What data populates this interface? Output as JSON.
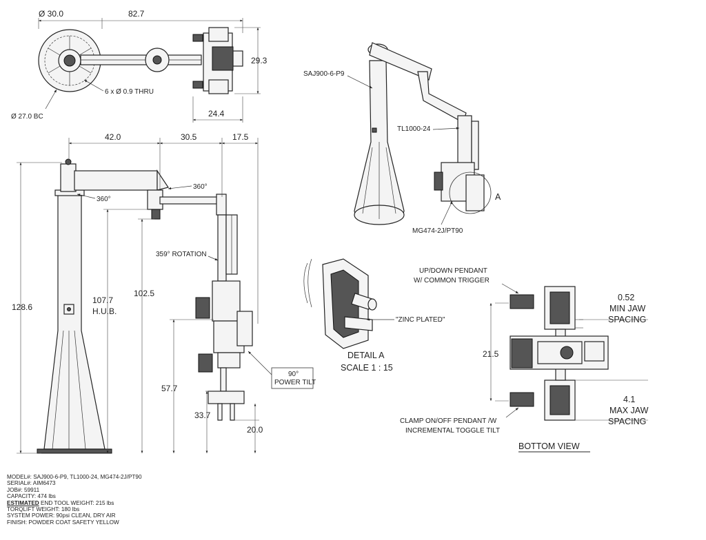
{
  "top_view": {
    "dim_diameter_30": "Ø 30.0",
    "dim_length_82_7": "82.7",
    "dim_holes": "6 x Ø 0.9 THRU",
    "dim_bolt_circle": "Ø 27.0 BC",
    "dim_height_29_3": "29.3",
    "dim_width_24_4": "24.4"
  },
  "side_view": {
    "dim_42": "42.0",
    "dim_30_5": "30.5",
    "dim_17_5": "17.5",
    "dim_128_6": "128.6",
    "dim_107_7": "107.7",
    "dim_hub": "H.U.B.",
    "dim_102_5": "102.5",
    "dim_57_7": "57.7",
    "dim_33_7": "33.7",
    "dim_20": "20.0",
    "rot_360_a": "360°",
    "rot_360_b": "360°",
    "rot_359": "359° ROTATION",
    "tilt_line1": "90°",
    "tilt_line2": "POWER TILT"
  },
  "iso_view": {
    "label_column": "SAJ900-6-P9",
    "label_torqlift": "TL1000-24",
    "label_gripper": "MG474-2J/PT90",
    "detail_marker": "A"
  },
  "detail": {
    "zinc": "\"ZINC PLATED\"",
    "title": "DETAIL A",
    "scale": "SCALE 1 : 15"
  },
  "bottom_view": {
    "pendant_up_line1": "UP/DOWN PENDANT",
    "pendant_up_line2": "W/ COMMON TRIGGER",
    "min_jaw_value": "0.52",
    "min_jaw_line1": "MIN JAW",
    "min_jaw_line2": "SPACING",
    "dim_21_5": "21.5",
    "max_jaw_value": "4.1",
    "max_jaw_line1": "MAX JAW",
    "max_jaw_line2": "SPACING",
    "pendant_clamp_line1": "CLAMP ON/OFF PENDANT /W",
    "pendant_clamp_line2": "INCREMENTAL TOGGLE TILT",
    "title": "BOTTOM VIEW"
  },
  "notes": {
    "model": "MODEL#: SAJ900-6-P9, TL1000-24, MG474-2J/PT90",
    "serial": "SERIAL#: AIM6473",
    "job": "JOB#: 59911",
    "capacity": "CAPACITY: 474 lbs",
    "estimated_word": "ESTIMATED",
    "end_tool": " END TOOL WEIGHT: 215 lbs",
    "torqlift": "TORQLIFT WEIGHT: 180 lbs",
    "system_power": "SYSTEM POWER: 90psi CLEAN, DRY AIR",
    "finish": "FINISH: POWDER COAT SAFETY YELLOW"
  }
}
